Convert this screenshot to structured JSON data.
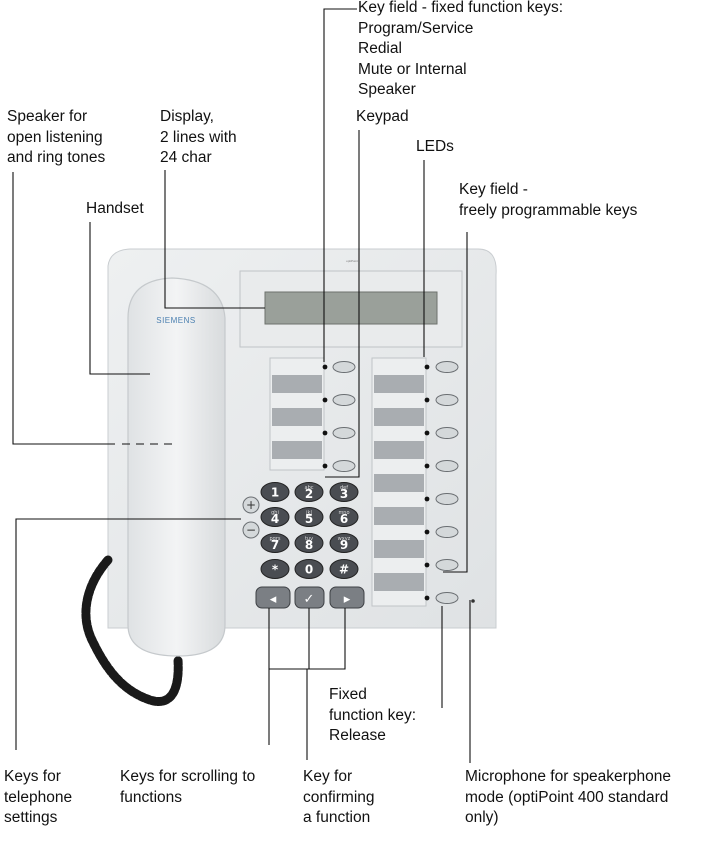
{
  "brand": "SIEMENS",
  "labels": {
    "fixed_keys": [
      "Key field - fixed function keys:",
      "Program/Service",
      "Redial",
      "Mute or Internal",
      "Speaker"
    ],
    "speaker": [
      "Speaker for",
      "open listening",
      "and ring tones"
    ],
    "display": [
      "Display,",
      "2 lines with",
      "24 char"
    ],
    "keypad": [
      "Keypad"
    ],
    "leds": [
      "LEDs"
    ],
    "handset": [
      "Handset"
    ],
    "prog_keys": [
      "Key field -",
      "freely programmable keys"
    ],
    "release": [
      "Fixed",
      "function key:",
      "Release"
    ],
    "tel_settings": [
      "Keys for",
      "telephone",
      "settings"
    ],
    "scrolling": [
      "Keys for scrolling to",
      "functions"
    ],
    "confirming": [
      "Key for",
      "confirming",
      "a function"
    ],
    "microphone": [
      "Microphone for speakerphone",
      "mode (optiPoint 400 standard",
      "only)"
    ]
  },
  "keypad": {
    "keys": [
      {
        "digit": "1",
        "letters": ""
      },
      {
        "digit": "2",
        "letters": "abc"
      },
      {
        "digit": "3",
        "letters": "def"
      },
      {
        "digit": "4",
        "letters": "ghi"
      },
      {
        "digit": "5",
        "letters": "jkl"
      },
      {
        "digit": "6",
        "letters": "mno"
      },
      {
        "digit": "7",
        "letters": "pqrs"
      },
      {
        "digit": "8",
        "letters": "tuv"
      },
      {
        "digit": "9",
        "letters": "wxyz"
      },
      {
        "digit": "*",
        "letters": ""
      },
      {
        "digit": "0",
        "letters": ""
      },
      {
        "digit": "#",
        "letters": ""
      }
    ]
  },
  "volume_keys": [
    "+",
    "−"
  ],
  "nav_keys": [
    "◂",
    "✓",
    "▸"
  ],
  "colors": {
    "body": "#e6e8ea",
    "keys": "#4a4d52",
    "display": "#9aa09a",
    "brand": "#4a7fb0"
  }
}
